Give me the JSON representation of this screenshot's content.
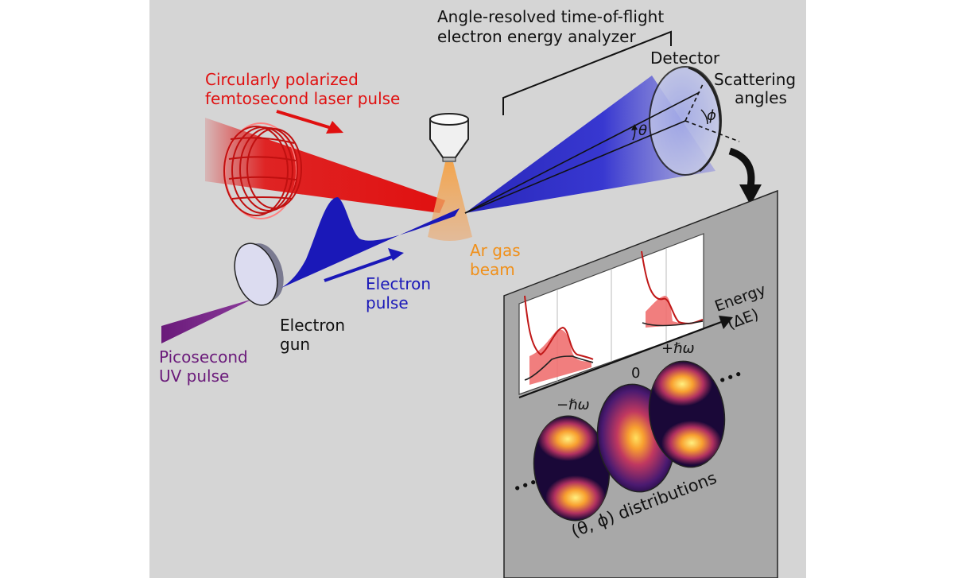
{
  "labels": {
    "analyzer_line1": "Angle-resolved time-of-flight",
    "analyzer_line2": "electron energy analyzer",
    "detector": "Detector",
    "scattering_line1": "Scattering",
    "scattering_line2": "angles",
    "theta": "θ",
    "phi": "ϕ",
    "laser_line1": "Circularly polarized",
    "laser_line2": "femtosecond laser pulse",
    "gas_line1": "Ar gas",
    "gas_line2": "beam",
    "electron_pulse_line1": "Electron",
    "electron_pulse_line2": "pulse",
    "gun_line1": "Electron",
    "gun_line2": "gun",
    "uv_line1": "Picosecond",
    "uv_line2": "UV pulse",
    "energy_line1": "Energy",
    "energy_line2": "(ΔE)",
    "minus_label": "−ℏω",
    "zero_label": "0",
    "plus_label": "+ℏω",
    "dots": "•••",
    "distributions": "(θ, ϕ) distributions"
  },
  "colors": {
    "background": "#d5d5d5",
    "laser": "#e01010",
    "electron": "#1a18b8",
    "gas": "#f0901a",
    "uv": "#6a1a7a",
    "panel": "#a8a8a8",
    "spectrum_fill": "#f07070",
    "spectrum_line": "#c01818"
  }
}
